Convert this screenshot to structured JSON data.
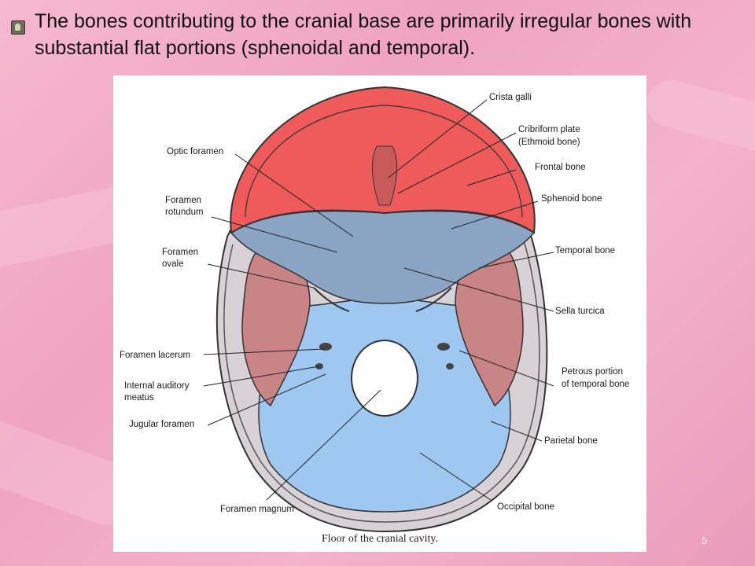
{
  "slide": {
    "title": "The bones contributing to the cranial base are primarily irregular bones with substantial flat portions (sphenoidal and temporal).",
    "page_number": "5"
  },
  "figure": {
    "caption": "Floor of the cranial cavity.",
    "labels": {
      "crista_galli": "Crista galli",
      "cribriform_1": "Cribriform plate",
      "cribriform_2": "(Ethmoid bone)",
      "optic_foramen": "Optic foramen",
      "frontal_bone": "Frontal bone",
      "sphenoid_bone": "Sphenoid bone",
      "foramen_rotundum_1": "Foramen",
      "foramen_rotundum_2": "rotundum",
      "temporal_bone": "Temporal bone",
      "foramen_ovale_1": "Foramen",
      "foramen_ovale_2": "ovale",
      "sella_turcica": "Sella turcica",
      "foramen_lacerum": "Foramen lacerum",
      "internal_auditory_1": "Internal auditory",
      "internal_auditory_2": "meatus",
      "petrous_1": "Petrous portion",
      "petrous_2": "of temporal bone",
      "jugular_foramen": "Jugular foramen",
      "parietal_bone": "Parietal bone",
      "foramen_magnum": "Foramen magnum",
      "occipital_bone": "Occipital bone"
    },
    "colors": {
      "frontal": "#ef5a5a",
      "sphenoid": "#8aa4c4",
      "temporal": "#c98486",
      "occipital": "#9ec8f0",
      "parietal": "#d8d2d6"
    }
  }
}
